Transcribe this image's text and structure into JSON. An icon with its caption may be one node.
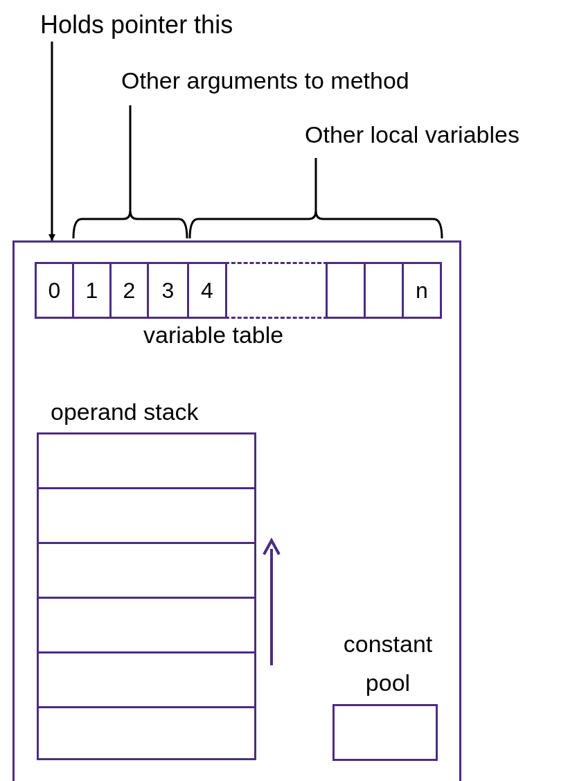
{
  "diagram": {
    "nodes": [
      {
        "text": [
          "Holds pointer this"
        ]
      },
      {
        "text": [],
        "shape": "box"
      },
      {
        "text": [
          "0"
        ],
        "in": 1
      },
      {
        "text": [
          "1"
        ],
        "in": 1
      },
      {
        "text": [
          "2"
        ],
        "in": 1
      },
      {
        "text": [
          "3"
        ],
        "in": 1
      },
      {
        "text": [
          "4"
        ],
        "in": 1
      },
      {
        "text": [],
        "shape": "box",
        "in": 1
      },
      {
        "text": [],
        "shape": "box",
        "in": 1
      },
      {
        "text": [],
        "shape": "box",
        "in": 1
      },
      {
        "text": [
          "n"
        ],
        "in": 1
      },
      {
        "text": [
          "operand stack"
        ],
        "in": 1
      },
      {
        "text": [],
        "shape": "box",
        "in": 11
      },
      {
        "text": [],
        "shape": "box",
        "in": 11
      },
      {
        "text": [],
        "shape": "box",
        "in": 11
      },
      {
        "text": [],
        "shape": "box",
        "in": 11
      },
      {
        "text": [],
        "shape": "box",
        "in": 11
      },
      {
        "text": [],
        "shape": "box",
        "in": 11
      },
      {
        "text": [
          "constant pool"
        ],
        "in": 1
      }
    ],
    "edges": [
      {
        "from": 0,
        "to": 1,
        "arrow": "to"
      }
    ],
    "labels": [
      "Other arguments to method",
      "Other local variables",
      "variable table"
    ]
  }
}
